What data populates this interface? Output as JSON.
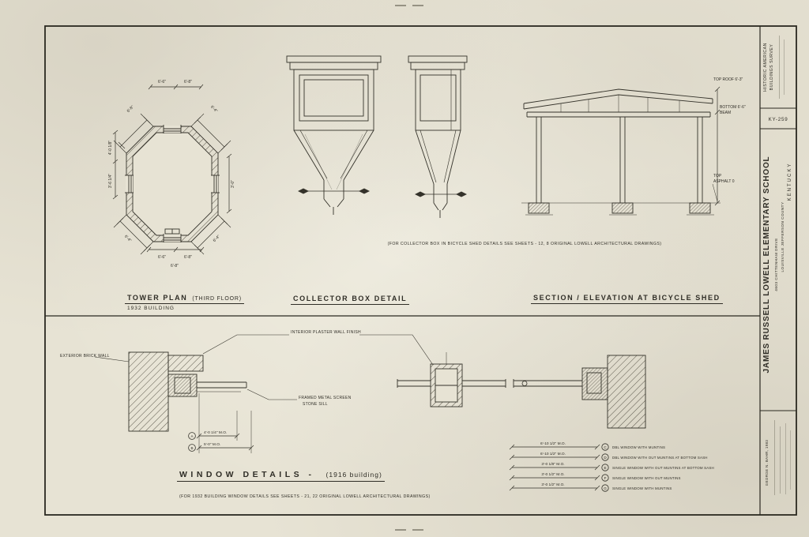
{
  "titles": {
    "tower": "TOWER PLAN",
    "tower_sub": "(THIRD FLOOR)",
    "tower_note": "1932 BUILDING",
    "collector": "COLLECTOR BOX DETAIL",
    "shed": "SECTION / ELEVATION AT BICYCLE SHED",
    "window": "WINDOW DETAILS -",
    "window_sub": "(1916 building)"
  },
  "notes": {
    "collector": "(FOR COLLECTOR BOX IN BICYCLE SHED DETAILS SEE SHEETS - 12, 8 ORIGINAL LOWELL ARCHITECTURAL DRAWINGS)",
    "window": "(FOR 1932 BUILDING WINDOW DETAILS SEE SHEETS - 21, 22 ORIGINAL LOWELL ARCHITECTURAL DRAWINGS)"
  },
  "tower_dims": [
    "6'-8\"",
    "6'-6\"",
    "6'-8\"",
    "6'-4\"",
    "4'-0 1/8\"",
    "3'-6 1/4\"",
    "3'-0\"",
    "6'-4\"",
    "6'-6\"",
    "6'-8\"",
    "6'-4\"",
    "6'-8\""
  ],
  "shed_labels": {
    "top_roof": "TOP ROOF 6'-3\"",
    "bottom_beam_1": "BOTTOM 6'-6\"",
    "bottom_beam_2": "BEAM",
    "asphalt_1": "TOP",
    "asphalt_2": "ASPHALT 0"
  },
  "window_labels": {
    "exterior": "EXTERIOR BRICK WALL",
    "interior": "INTERIOR PLASTER WALL FINISH",
    "screen": "FRAMED METAL SCREEN",
    "sill": "STONE SILL"
  },
  "window_dims": [
    {
      "letter": "A",
      "dim": "4'-0 1/4\" M.O."
    },
    {
      "letter": "B",
      "dim": "5'-0\" M.O."
    }
  ],
  "legend": [
    {
      "dim": "6'-10 1/2\" M.O.",
      "letter": "C",
      "desc": "DBL WINDOW WITH MUNTINS"
    },
    {
      "dim": "6'-10 1/2\" M.O.",
      "letter": "D",
      "desc": "DBL WINDOW WITH OUT MUNTINS AT BOTTOM SASH"
    },
    {
      "dim": "3'-0 1/8\" M.O.",
      "letter": "E",
      "desc": "SINGLE WINDOW WITH OUT MUNTINS AT BOTTOM SASH"
    },
    {
      "dim": "3'-0 1/2\" M.O.",
      "letter": "F",
      "desc": "SINGLE WINDOW WITH OUT MUNTINS"
    },
    {
      "dim": "3'-0 1/2\" M.O.",
      "letter": "G",
      "desc": "SINGLE WINDOW WITH MUNTINS"
    }
  ],
  "title_block": {
    "survey_1": "HISTORIC AMERICAN",
    "survey_2": "BUILDINGS SURVEY",
    "survey_no": "KY-259",
    "name": "JAMES RUSSELL LOWELL ELEMENTARY SCHOOL",
    "address": "4603 CHITTENHAM DRIVE",
    "location": "LOUISVILLE   JEFFERSON COUNTY",
    "state": "KENTUCKY",
    "credit": "GEORGE N. BAHR, 1983"
  }
}
